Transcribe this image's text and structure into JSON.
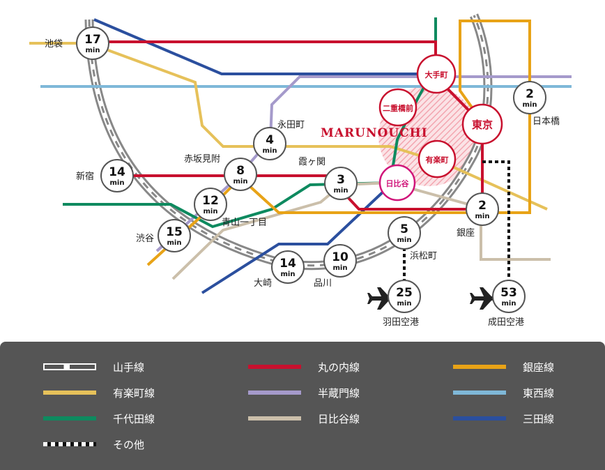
{
  "area": {
    "name": "MARUNOUCHI"
  },
  "stations": {
    "ikebukuro": "池袋",
    "shinjuku": "新宿",
    "shibuya": "渋谷",
    "nagatacho": "永田町",
    "akasakamitsuke": "赤坂見附",
    "kasumigaseki": "霞ヶ関",
    "aoyama": "青山一丁目",
    "osaki": "大崎",
    "shinagawa": "品川",
    "hamamatsucho": "浜松町",
    "ginza": "銀座",
    "nihonbashi": "日本橋",
    "haneda": "羽田空港",
    "narita": "成田空港",
    "otemachi": "大手町",
    "nijubashimae": "二重橋前",
    "tokyo": "東京",
    "yurakucho": "有楽町",
    "hibiya": "日比谷"
  },
  "times": {
    "unit": "min",
    "ikebukuro": "17",
    "shinjuku": "14",
    "shibuya": "15",
    "nagatacho": "4",
    "akasakamitsuke": "8",
    "aoyama": "12",
    "kasumigaseki": "3",
    "osaki": "14",
    "shinagawa": "10",
    "hamamatsucho": "5",
    "ginza": "2",
    "nihonbashi": "2",
    "haneda": "25",
    "narita": "53"
  },
  "line_colors": {
    "yamanote": "#999999",
    "marunouchi": "#c8102e",
    "ginza": "#e8a317",
    "yurakucho": "#e6c15a",
    "hanzomon": "#a59acb",
    "tozai": "#7fb8d8",
    "chiyoda": "#0e8a5f",
    "hibiya": "#cbbfaa",
    "mita": "#2b4f9e",
    "other": "#111111"
  },
  "legend": [
    {
      "key": "yamanote",
      "label": "山手線"
    },
    {
      "key": "marunouchi",
      "label": "丸の内線"
    },
    {
      "key": "ginza",
      "label": "銀座線"
    },
    {
      "key": "yurakucho",
      "label": "有楽町線"
    },
    {
      "key": "hanzomon",
      "label": "半蔵門線"
    },
    {
      "key": "tozai",
      "label": "東西線"
    },
    {
      "key": "chiyoda",
      "label": "千代田線"
    },
    {
      "key": "hibiya",
      "label": "日比谷線"
    },
    {
      "key": "mita",
      "label": "三田線"
    },
    {
      "key": "other",
      "label": "その他"
    }
  ]
}
